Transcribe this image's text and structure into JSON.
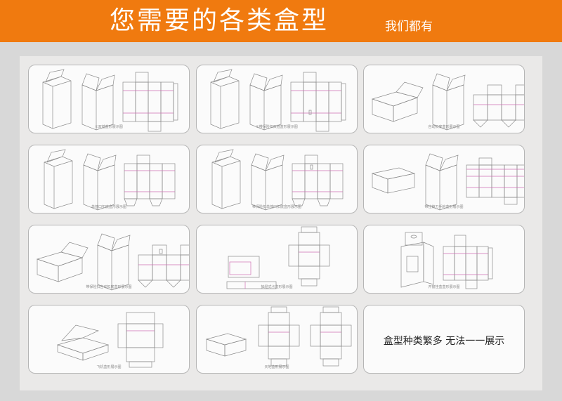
{
  "banner": {
    "title": "您需要的各类盒型",
    "subtitle": "我们都有"
  },
  "cards": [
    {
      "caption": "①双插盒形展示图",
      "views": [
        "tall-box",
        "open-box",
        "net-tuck"
      ]
    },
    {
      "caption": "②带保险扣双插盒形展示图",
      "views": [
        "tall-box",
        "open-box",
        "net-tuck-lock"
      ]
    },
    {
      "caption": "自动扣底盒形展示图",
      "views": [
        "flat-open",
        "open-box",
        "net-crash"
      ]
    },
    {
      "caption": "单插口扣底盒形展示图",
      "views": [
        "tall-box",
        "open-box",
        "net-snap"
      ]
    },
    {
      "caption": "带保险扣单插口扣底盒形展示图",
      "views": [
        "tall-box",
        "open-box",
        "net-snap-lock"
      ]
    },
    {
      "caption": "带拉链刀手粘盒形展示图",
      "views": [
        "flat-box",
        "open-box",
        "net-zip"
      ]
    },
    {
      "caption": "带保险扣自动扣底盒形展示图",
      "views": [
        "flat-open",
        "open-box",
        "net-crash-lock"
      ]
    },
    {
      "caption": "抽屉式卡盒形展示图",
      "views": [
        "drawer",
        "net-cross"
      ]
    },
    {
      "caption": "开窗挂盒盒形展示图",
      "views": [
        "hanger-window",
        "net-hanger"
      ]
    },
    {
      "caption": "飞机盒形展示图",
      "views": [
        "mailer",
        "net-mailer"
      ]
    },
    {
      "caption": "天地盒形展示图",
      "views": [
        "lid-box",
        "net-cross",
        "net-cross"
      ]
    },
    {
      "caption": "",
      "note": "盒型种类繁多  无法一一展示",
      "views": []
    }
  ]
}
